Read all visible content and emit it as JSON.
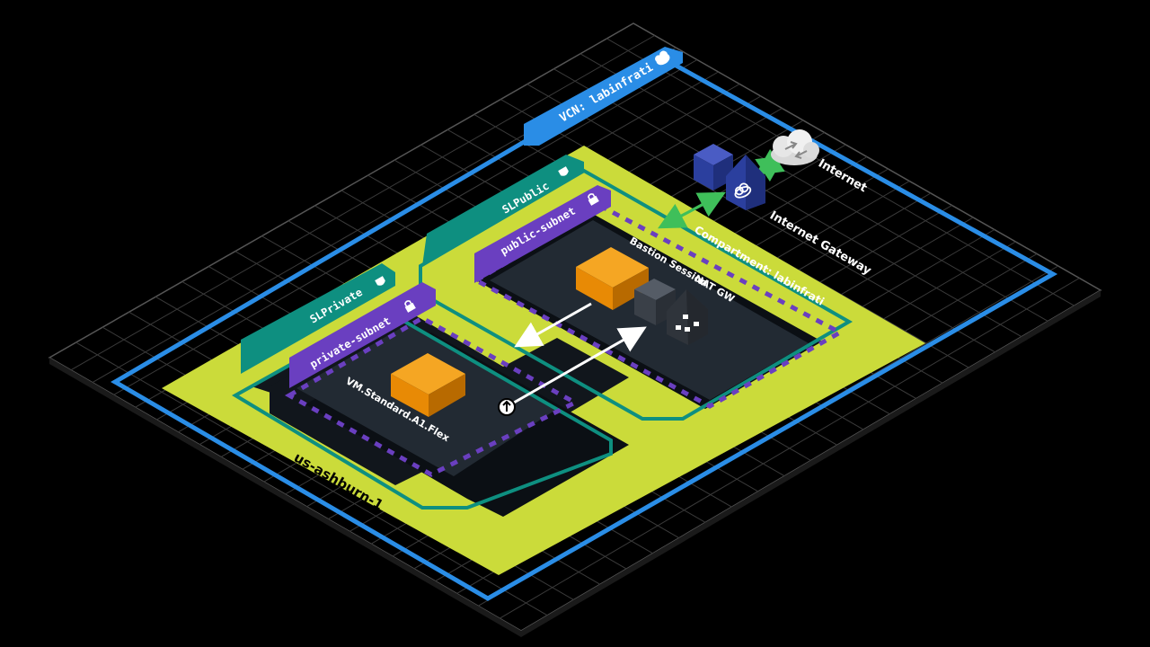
{
  "diagram": {
    "region": "us-ashburn-1",
    "compartment": "Compartment: labinfrati",
    "vcn": "VCN: labinfrati",
    "subnets": {
      "public_container": "SLPublic",
      "private_container": "SLPrivate",
      "public_subnet": "public-subnet",
      "private_subnet": "private-subnet"
    },
    "nodes": {
      "bastion": "Bastion Session",
      "vm": "VM.Standard.A1.Flex",
      "nat": "NAT GW",
      "igw": "Internet Gateway",
      "internet": "Internet"
    },
    "colors": {
      "background": "#000000",
      "grid": "#3a3a3a",
      "region": "#cbdb3a",
      "vcn": "#2a8de6",
      "security_list": "#0e8f80",
      "subnet": "#6a3fc0",
      "platform": "#222a33",
      "compute": "#e88a05",
      "gateway": "#2b3f9e",
      "connector": "#3fbf5a"
    },
    "icons": {
      "vcn": "cloud-icon",
      "security_list": "shield-icon",
      "subnet": "lock-icon",
      "bastion": "compute-instance-icon",
      "vm": "compute-instance-icon",
      "nat": "nat-gateway-icon",
      "igw": "internet-gateway-icon",
      "internet": "cloud-icon"
    }
  }
}
